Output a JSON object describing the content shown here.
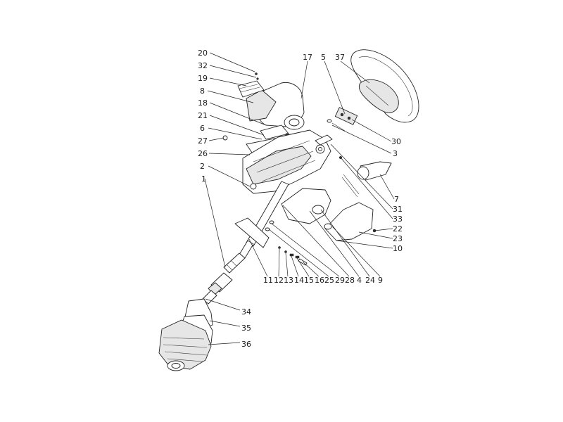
{
  "diagram": {
    "type": "exploded-parts-diagram",
    "callouts": [
      "1",
      "2",
      "3",
      "4",
      "5",
      "6",
      "7",
      "8",
      "9",
      "10",
      "11",
      "12",
      "13",
      "14",
      "15",
      "16",
      "17",
      "18",
      "19",
      "20",
      "21",
      "22",
      "23",
      "24",
      "25",
      "26",
      "27",
      "28",
      "29",
      "30",
      "31",
      "32",
      "33",
      "34",
      "35",
      "36",
      "37"
    ]
  },
  "colors": {
    "line": "#222222",
    "background": "#ffffff"
  }
}
